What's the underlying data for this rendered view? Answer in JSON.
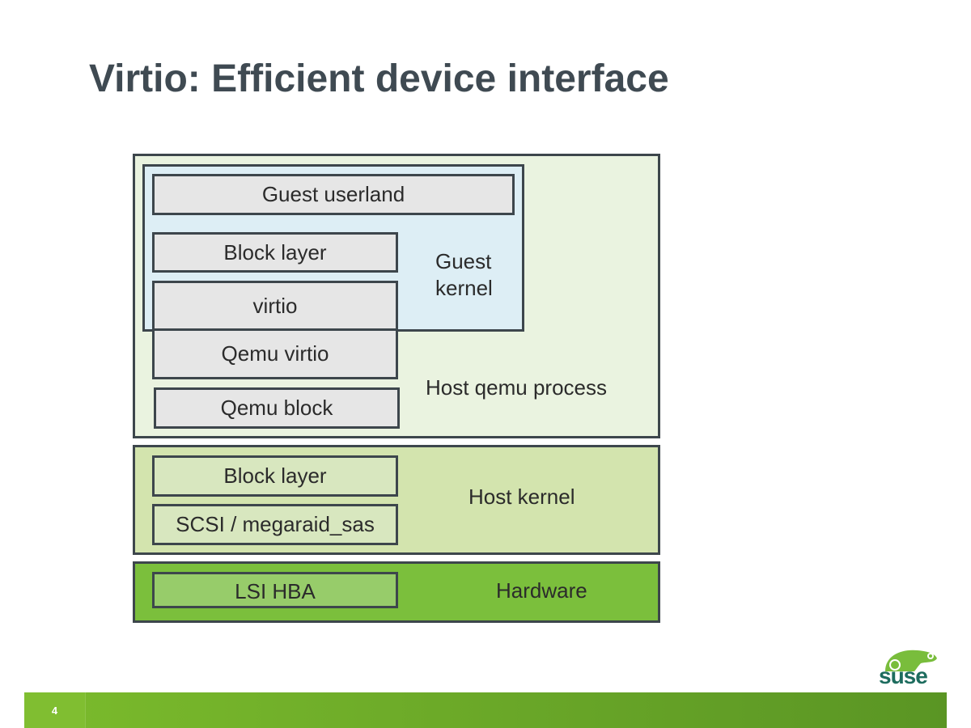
{
  "title": "Virtio: Efficient device interface",
  "diagram": {
    "guest_userland": "Guest userland",
    "guest_block_layer": "Block layer",
    "virtio": "virtio",
    "guest_kernel_line1": "Guest",
    "guest_kernel_line2": "kernel",
    "qemu_virtio": "Qemu virtio",
    "qemu_block": "Qemu block",
    "host_qemu_process": "Host qemu process",
    "host_block_layer": "Block layer",
    "scsi": "SCSI / megaraid_sas",
    "host_kernel": "Host kernel",
    "lsi_hba": "LSI HBA",
    "hardware": "Hardware"
  },
  "footer": {
    "page_number": "4",
    "logo_text": "suse"
  },
  "colors": {
    "host_process": "#eaf3e0",
    "guest_kernel": "#ddeef5",
    "host_kernel": "#d3e4ae",
    "hardware": "#7bbf3c",
    "border": "#3d464c"
  }
}
